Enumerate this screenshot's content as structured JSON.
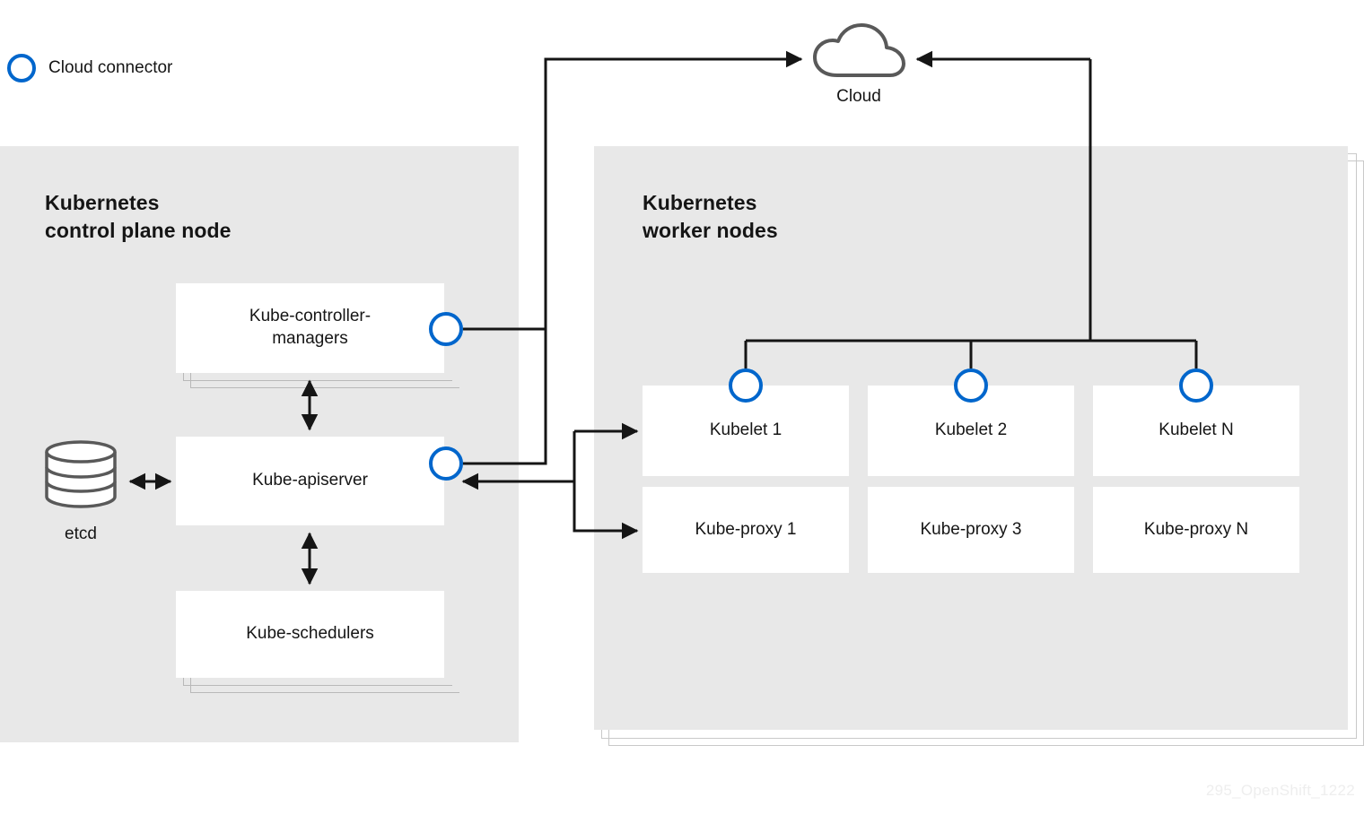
{
  "legend": {
    "icon": "cloud-connector-ring-icon",
    "label": "Cloud connector"
  },
  "cloud": {
    "icon": "cloud-icon",
    "label": "Cloud"
  },
  "colors": {
    "connector_blue": "#0066cc",
    "panel_gray": "#e8e8e8",
    "box_white": "#ffffff",
    "line_black": "#151515",
    "stack_gray": "#b8b8b8",
    "icon_gray": "#595959",
    "watermark_gray": "#eeeeee"
  },
  "control_plane": {
    "title": "Kubernetes\ncontrol plane node",
    "datastore": {
      "icon": "database-cylinder-icon",
      "label": "etcd"
    },
    "components": [
      {
        "label": "Kube-controller-\nmanagers",
        "stacked": true,
        "has_connector": true
      },
      {
        "label": "Kube-apiserver",
        "stacked": false,
        "has_connector": true
      },
      {
        "label": "Kube-schedulers",
        "stacked": true,
        "has_connector": false
      }
    ]
  },
  "worker_nodes": {
    "title": "Kubernetes\nworker nodes",
    "columns": [
      {
        "kubelet": "Kubelet 1",
        "proxy": "Kube-proxy 1"
      },
      {
        "kubelet": "Kubelet 2",
        "proxy": "Kube-proxy 3"
      },
      {
        "kubelet": "Kubelet N",
        "proxy": "Kube-proxy N"
      }
    ]
  },
  "watermark": "295_OpenShift_1222"
}
